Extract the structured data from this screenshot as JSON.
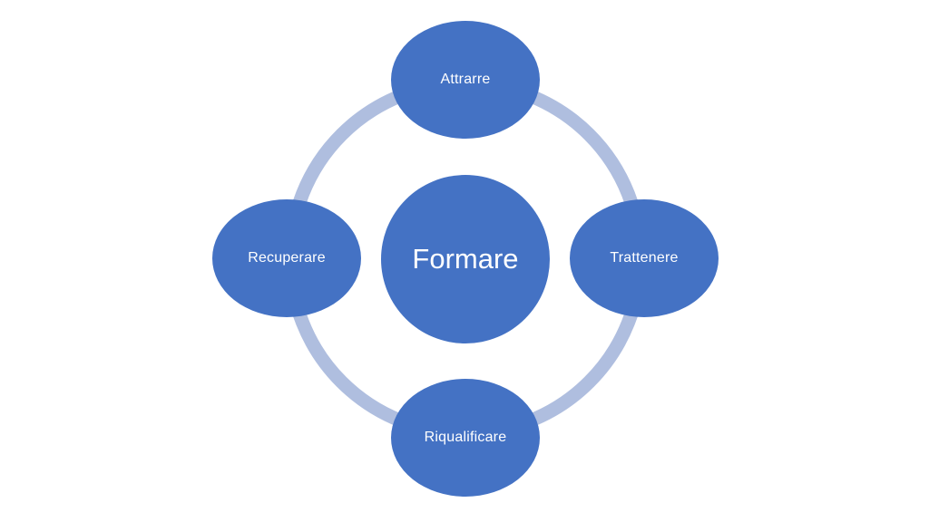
{
  "colors": {
    "node_fill": "#4472C4",
    "ring_stroke": "#AFBEDF",
    "text": "#FFFFFF",
    "background": "#FFFFFF"
  },
  "diagram": {
    "type": "radial-cycle",
    "center": {
      "label": "Formare"
    },
    "nodes": [
      {
        "position": "top",
        "label": "Attrarre"
      },
      {
        "position": "right",
        "label": "Trattenere"
      },
      {
        "position": "bottom",
        "label": "Riqualificare"
      },
      {
        "position": "left",
        "label": "Recuperare"
      }
    ]
  }
}
